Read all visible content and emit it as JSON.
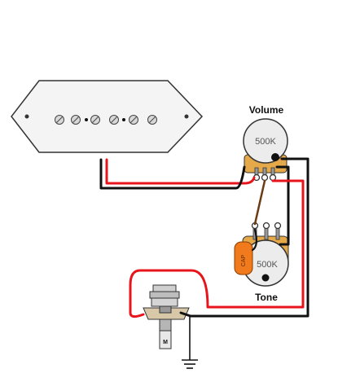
{
  "labels": {
    "volume": "Volume",
    "tone": "Tone",
    "volume_pot_value": "500K",
    "tone_pot_value": "500K",
    "capacitor": "CAP",
    "jack_marker": "M"
  },
  "colors": {
    "hot_wire": "#e8141b",
    "ground_wire": "#111111",
    "pot_body": "#e6a94a",
    "pot_face": "#ececec",
    "capacitor": "#f07a1c",
    "pickup_cover": "#f4f4f4"
  },
  "icons": {
    "pickup": "p90-dogear-pickup-icon",
    "pot": "potentiometer-icon",
    "capacitor": "capacitor-icon",
    "jack": "output-jack-icon",
    "ground": "ground-symbol-icon"
  }
}
